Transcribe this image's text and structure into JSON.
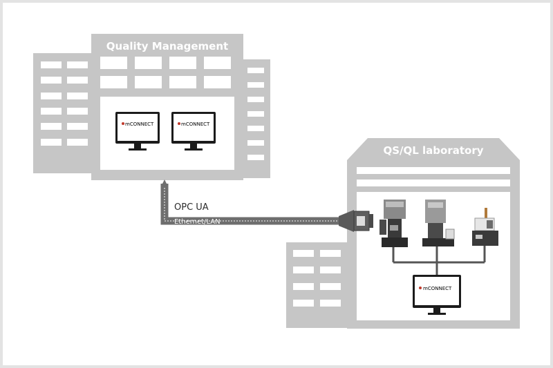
{
  "buildings": {
    "quality_management": {
      "title": "Quality Management"
    },
    "laboratory": {
      "title": "QS/QL laboratory"
    }
  },
  "connection": {
    "protocol": "OPC UA",
    "medium": "Ethernet/LAN"
  },
  "software": {
    "brand": "mCONNECT"
  },
  "colors": {
    "building": "#c6c6c6",
    "cable": "#6e6e6e",
    "brand_dot": "#c0392b"
  }
}
